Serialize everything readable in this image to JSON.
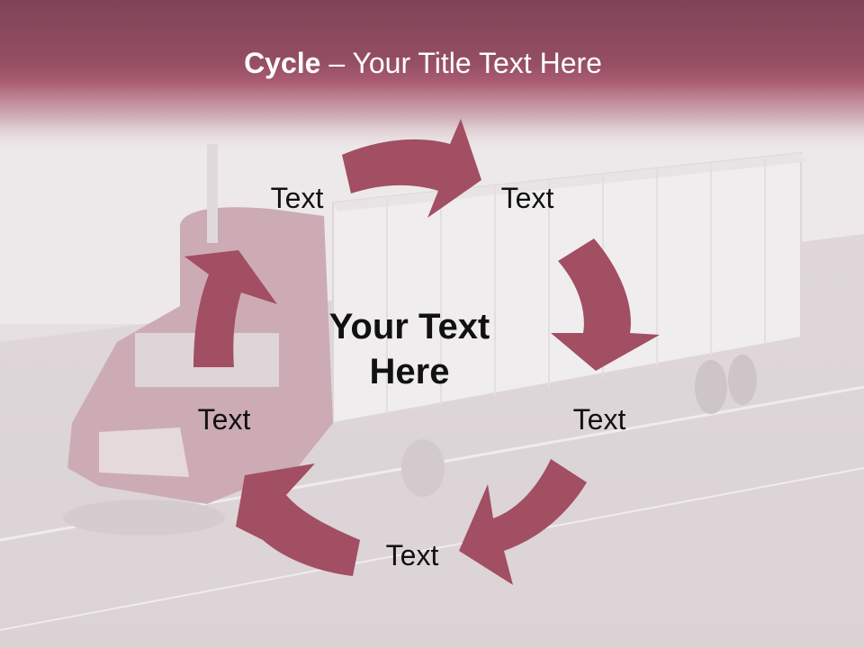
{
  "slide": {
    "title_bold": "Cycle",
    "title_rest": " – Your Title Text Here",
    "center_text": "Your Text Here",
    "nodes": [
      "Text",
      "Text",
      "Text",
      "Text",
      "Text"
    ]
  },
  "colors": {
    "banner": "#7a3448",
    "arrow": "#a24e63",
    "text": "#111111",
    "title_text": "#ffffff"
  },
  "icons": [
    "cycle-arrow-icon"
  ]
}
